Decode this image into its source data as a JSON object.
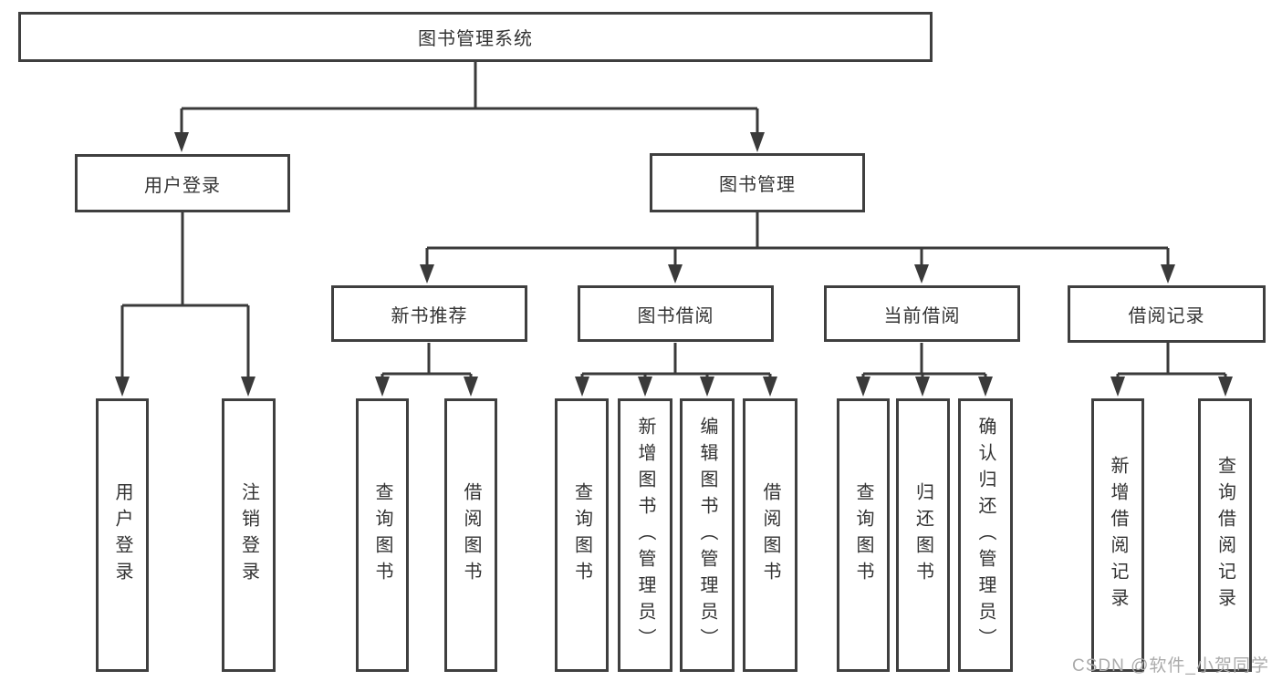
{
  "diagram": {
    "title": "图书管理系统",
    "type": "function-structure-tree",
    "colors": {
      "line": "#3a3a3a",
      "box_border": "#3f3f3f",
      "text": "#333333",
      "watermark": "#ababab",
      "background": "#ffffff"
    },
    "nodes": {
      "root": "图书管理系统",
      "user_login": "用户登录",
      "book_management": "图书管理",
      "new_book_recommend": "新书推荐",
      "book_borrowing": "图书借阅",
      "current_borrowing": "当前借阅",
      "borrowing_records": "借阅记录",
      "leaves": {
        "user_login": [
          "用户登录",
          "注销登录"
        ],
        "new_book_recommend": [
          "查询图书",
          "借阅图书"
        ],
        "book_borrowing": [
          "查询图书",
          "新增图书（管理员）",
          "编辑图书（管理员）",
          "借阅图书"
        ],
        "current_borrowing": [
          "查询图书",
          "归还图书",
          "确认归还（管理员）"
        ],
        "borrowing_records": [
          "新增借阅记录",
          "查询借阅记录"
        ]
      }
    },
    "watermark": "CSDN @软件_小贺同学"
  }
}
